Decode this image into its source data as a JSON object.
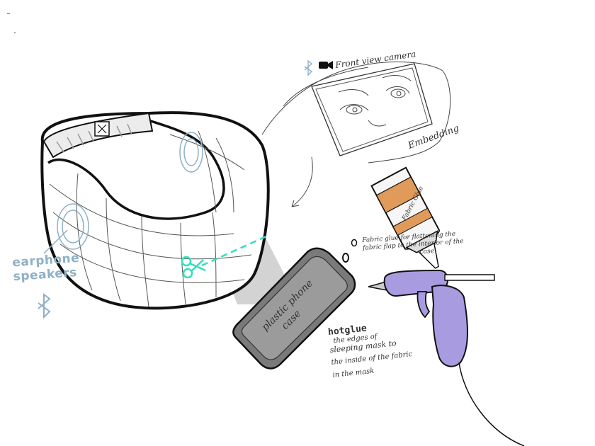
{
  "labels": {
    "camera": "Front view camera",
    "embedding": "Embedding",
    "speakers_line1": "earphone",
    "speakers_line2": "speakers",
    "case_line1": "plastic phone",
    "case_line2": "case",
    "glue_bottle_label": "Fabric Glue",
    "fabric_glue_note_line1": "Fabric glue for flattening the",
    "fabric_glue_note_line2": "fabric flap to the interior of the",
    "fabric_glue_note_line3": "case",
    "hotglue_title": "hotglue",
    "hotglue_line1": "the edges of",
    "hotglue_line2": "sleeping mask to",
    "hotglue_line3": "the inside of the fabric",
    "hotglue_line4": "in the mask"
  },
  "icons": {
    "bluetooth_small": "bluetooth-icon",
    "camera": "video-camera-icon",
    "bluetooth_large": "bluetooth-icon",
    "scissors": "scissors-icon"
  },
  "colors": {
    "blue_accent": "#8fb0c6",
    "cut_line": "#2ee0c0",
    "glue_gun": "#a99be0",
    "glue_cap": "#e09a5a",
    "case_fill": "#7a7a7a",
    "shadow": "#c8c8c8"
  }
}
